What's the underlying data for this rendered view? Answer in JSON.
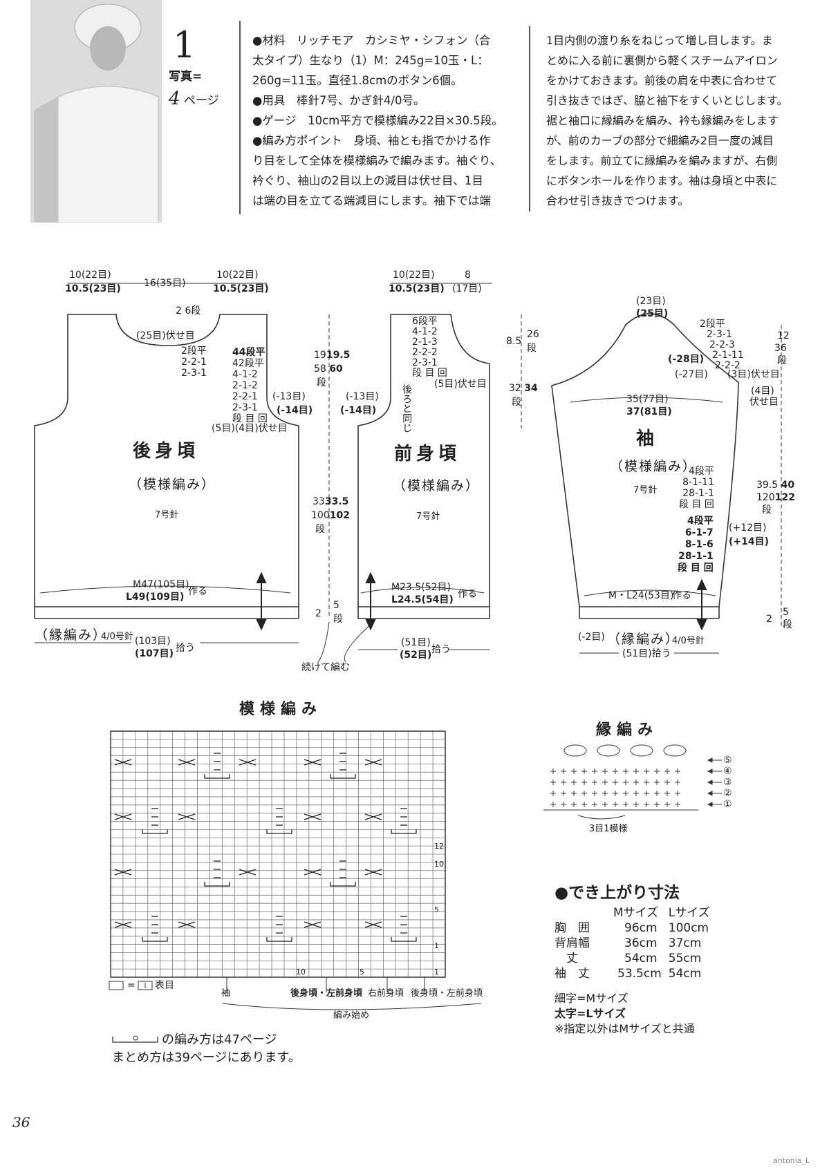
{
  "header": {
    "pattern_number": "1",
    "photo_label": "写真=",
    "photo_page_number": "4",
    "photo_page_unit": "ページ"
  },
  "left_column": [
    "●材料　リッチモア　カシミヤ・シフォン（合",
    "太タイプ）生なり（1）M：245g=10玉・L：",
    "260g=11玉。直径1.8cmのボタン6個。",
    "●用具　棒針7号、かぎ針4/0号。",
    "●ゲージ　10cm平方で模様編み22目×30.5段。",
    "●編み方ポイント　身頃、袖とも指でかける作",
    "り目をして全体を模様編みで編みます。袖ぐり、",
    "衿ぐり、袖山の2目以上の減目は伏せ目、1目",
    "は端の目を立てる端減目にします。袖下では端"
  ],
  "right_column": [
    "1目内側の渡り糸をねじって増し目します。ま",
    "とめに入る前に裏側から軽くスチームアイロン",
    "をかけておきます。前後の肩を中表に合わせて",
    "引き抜きではぎ、脇と袖下をすくいとじします。",
    "裾と袖口に縁編みを編み、衿も縁編みをします",
    "が、前のカーブの部分で細編み2目一度の減目",
    "をします。前立てに縁編みを編みますが、右側",
    "にボタンホールを作ります。袖は身頃と中表に",
    "合わせ引き抜きでつけます。"
  ],
  "back": {
    "title": "後身頃",
    "stitch": "（模様編み）",
    "needle": "7号針",
    "top_left_a": "10(22目)",
    "top_left_b": "10.5(23目)",
    "top_mid": "16(35目)",
    "top_right_a": "10(22目)",
    "top_right_b": "10.5(23目)",
    "neck_rows_num": "2",
    "neck_rows_circ": "6",
    "neck_rows_unit": "段",
    "neck_bind": "(25目)伏せ目",
    "neck_dec": [
      "2段平",
      "2-2-1",
      "2-3-1"
    ],
    "shoulder_dec": [
      "44段平",
      "42段平",
      "4-1-2",
      "2-1-2",
      "2-2-1",
      "2-3-1",
      "段 目 回"
    ],
    "armhole_a": "(-13目)",
    "armhole_b": "(-14目)",
    "armhole_bind": "(5目)(4目)伏せ目",
    "cast_a": "M47(105目)",
    "cast_b": "L49(109目)",
    "cast_make": "作る",
    "edge": "（縁編み）",
    "edge_needle": "4/0号針",
    "pick_a": "(103目)",
    "pick_b": "(107目)",
    "pick_label": "拾う"
  },
  "side_dims": {
    "armhole_a": "19",
    "armhole_b": "19.5",
    "armhole_rows_a": "58",
    "armhole_rows_b": "60",
    "armhole_unit": "段",
    "body_a": "33",
    "body_b": "33.5",
    "body_rows_a": "100",
    "body_rows_b": "102",
    "body_unit": "段",
    "edge_cm": "2",
    "edge_rows": "5",
    "edge_unit": "段",
    "continue_label": "続けて編む"
  },
  "front": {
    "title": "前身頃",
    "stitch": "（模様編み）",
    "needle": "7号針",
    "top_a": "10(22目)",
    "top_b": "10.5(23目)",
    "top_neck_a": "8",
    "top_neck_b": "(17目)",
    "neck_dec": [
      "6段平",
      "4-1-2",
      "2-1-3",
      "2-2-2",
      "2-3-1",
      "段 目 回"
    ],
    "neck_bind": "(5目)伏せ目",
    "neck_depth_a": "8.5",
    "neck_depth_rows": "26",
    "neck_depth_unit": "段",
    "side_rows_a": "32",
    "side_rows_b": "34",
    "side_unit": "段",
    "armhole_a": "(-13目)",
    "armhole_b": "(-14目)",
    "same_as_back": "後ろと同じ",
    "cast_a": "M23.5(52目)",
    "cast_b": "L24.5(54目)",
    "cast_make": "作る",
    "pick_a": "(51目)",
    "pick_b": "(52目)",
    "pick_label": "拾う"
  },
  "sleeve": {
    "title": "袖",
    "stitch": "（模様編み）",
    "needle": "7号針",
    "cap_a": "(23目)",
    "cap_b": "(25目)",
    "cap_dec": [
      "2段平",
      "2-3-1",
      "2-2-3",
      "2-1-11",
      "2-2-2"
    ],
    "cap_minus_a": "(-28目)",
    "cap_minus_b": "(-27目)",
    "cap_bind": "(3目)伏せ目",
    "cap_bind2": "(4目)",
    "cap_bind2_label": "伏せ目",
    "cap_height_a": "12",
    "cap_height_b": "36",
    "cap_height_unit": "段",
    "width_a": "35(77目)",
    "width_b": "37(81目)",
    "inc_m": [
      "4段平",
      "8-1-11",
      "28-1-1",
      "段 目 回"
    ],
    "inc_l": [
      "4段平",
      "6-1-7",
      "8-1-6",
      "28-1-1",
      "段 目 回"
    ],
    "plus_a": "(+12目)",
    "plus_b": "(+14目)",
    "len_a": "39.5",
    "len_b": "40",
    "len_rows_a": "120",
    "len_rows_b": "122",
    "len_unit": "段",
    "cast": "M・L24(53目)",
    "cast_make": "作る",
    "edge": "（縁編み）",
    "edge_needle": "4/0号針",
    "edge_minus": "(-2目)",
    "pick": "(51目)拾う",
    "edge_cm": "2",
    "edge_rows": "5",
    "edge_unit": "段"
  },
  "pattern_chart": {
    "title": "模様編み",
    "row_labels": [
      "12",
      "10",
      "5",
      "1"
    ],
    "col_labels": [
      "10",
      "5",
      "1"
    ],
    "legend_eq": "=",
    "legend_text": "表目",
    "markers": [
      "袖",
      "後身頃・左前身頃",
      "右前身頃",
      "後身頃・左前身頃"
    ],
    "start_label": "編み始め"
  },
  "edge_chart": {
    "title": "縁編み",
    "rows": [
      "⑤",
      "④",
      "③",
      "②",
      "①"
    ],
    "repeat": "3目1模様"
  },
  "finished": {
    "title": "●でき上がり寸法",
    "col_m": "Mサイズ",
    "col_l": "Lサイズ",
    "rows": [
      {
        "label": "胸　囲",
        "m": "96cm",
        "l": "100cm"
      },
      {
        "label": "背肩幅",
        "m": "36cm",
        "l": "37cm"
      },
      {
        "label": "丈",
        "m": "54cm",
        "l": "55cm"
      },
      {
        "label": "袖　丈",
        "m": "53.5cm",
        "l": "54cm"
      }
    ],
    "notes": [
      "細字=Mサイズ",
      "太字=Lサイズ",
      "※指定以外はMサイズと共通"
    ]
  },
  "footer": {
    "line1": "の編み方は47ページ",
    "line2": "まとめ方は39ページにあります。"
  },
  "page_number": "36",
  "watermark": "antonia_L"
}
